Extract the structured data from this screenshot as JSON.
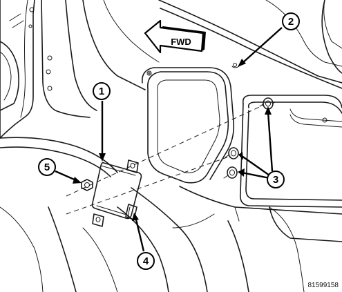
{
  "direction_label": "FWD",
  "callouts": [
    {
      "id": "1",
      "label": "1",
      "target": "module"
    },
    {
      "id": "2",
      "label": "2",
      "target": "body-panel-hole"
    },
    {
      "id": "3",
      "label": "3",
      "target": "mounting-studs"
    },
    {
      "id": "4",
      "label": "4",
      "target": "electrical-connector"
    },
    {
      "id": "5",
      "label": "5",
      "target": "nut"
    }
  ],
  "figure_id": "81599158"
}
